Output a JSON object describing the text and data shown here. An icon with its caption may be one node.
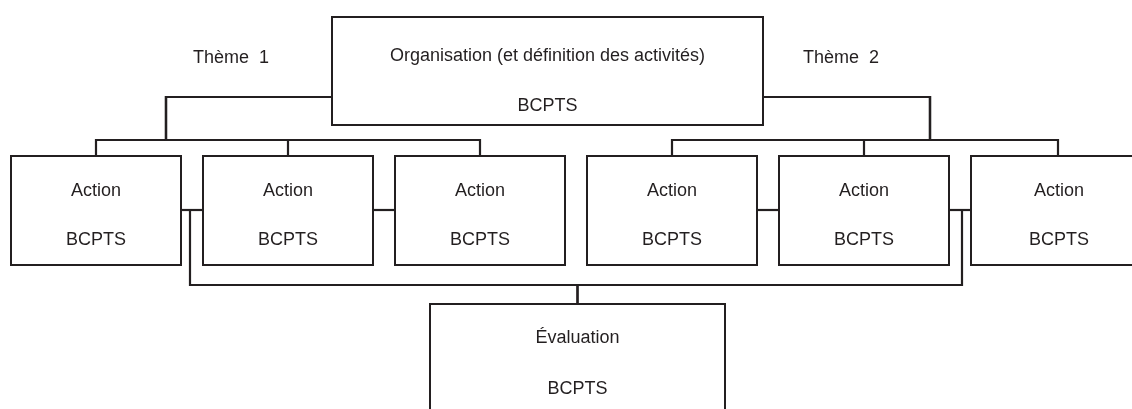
{
  "diagram": {
    "nodes": [
      {
        "text": [
          "Organisation (et définition des activités)",
          "BCPTS"
        ]
      },
      {
        "text": [
          "Action",
          "BCPTS"
        ]
      },
      {
        "text": [
          "Action",
          "BCPTS"
        ]
      },
      {
        "text": [
          "Action",
          "BCPTS"
        ]
      },
      {
        "text": [
          "Action",
          "BCPTS"
        ]
      },
      {
        "text": [
          "Action",
          "BCPTS"
        ]
      },
      {
        "text": [
          "Action",
          "BCPTS"
        ]
      },
      {
        "text": [
          "Évaluation",
          "BCPTS"
        ]
      }
    ],
    "edges": [
      {
        "from": 0,
        "to": 1,
        "arrow": "none"
      },
      {
        "from": 0,
        "to": 2,
        "arrow": "none"
      },
      {
        "from": 0,
        "to": 3,
        "arrow": "none"
      },
      {
        "from": 0,
        "to": 4,
        "arrow": "none"
      },
      {
        "from": 0,
        "to": 5,
        "arrow": "none"
      },
      {
        "from": 0,
        "to": 6,
        "arrow": "none"
      },
      {
        "from": 1,
        "to": 2,
        "arrow": "none"
      },
      {
        "from": 2,
        "to": 3,
        "arrow": "none"
      },
      {
        "from": 4,
        "to": 5,
        "arrow": "none"
      },
      {
        "from": 5,
        "to": 6,
        "arrow": "none"
      },
      {
        "from": 1,
        "to": 7,
        "arrow": "none"
      },
      {
        "from": 6,
        "to": 7,
        "arrow": "none"
      }
    ],
    "labels": [
      "Thème  1",
      "Thème  2"
    ]
  }
}
